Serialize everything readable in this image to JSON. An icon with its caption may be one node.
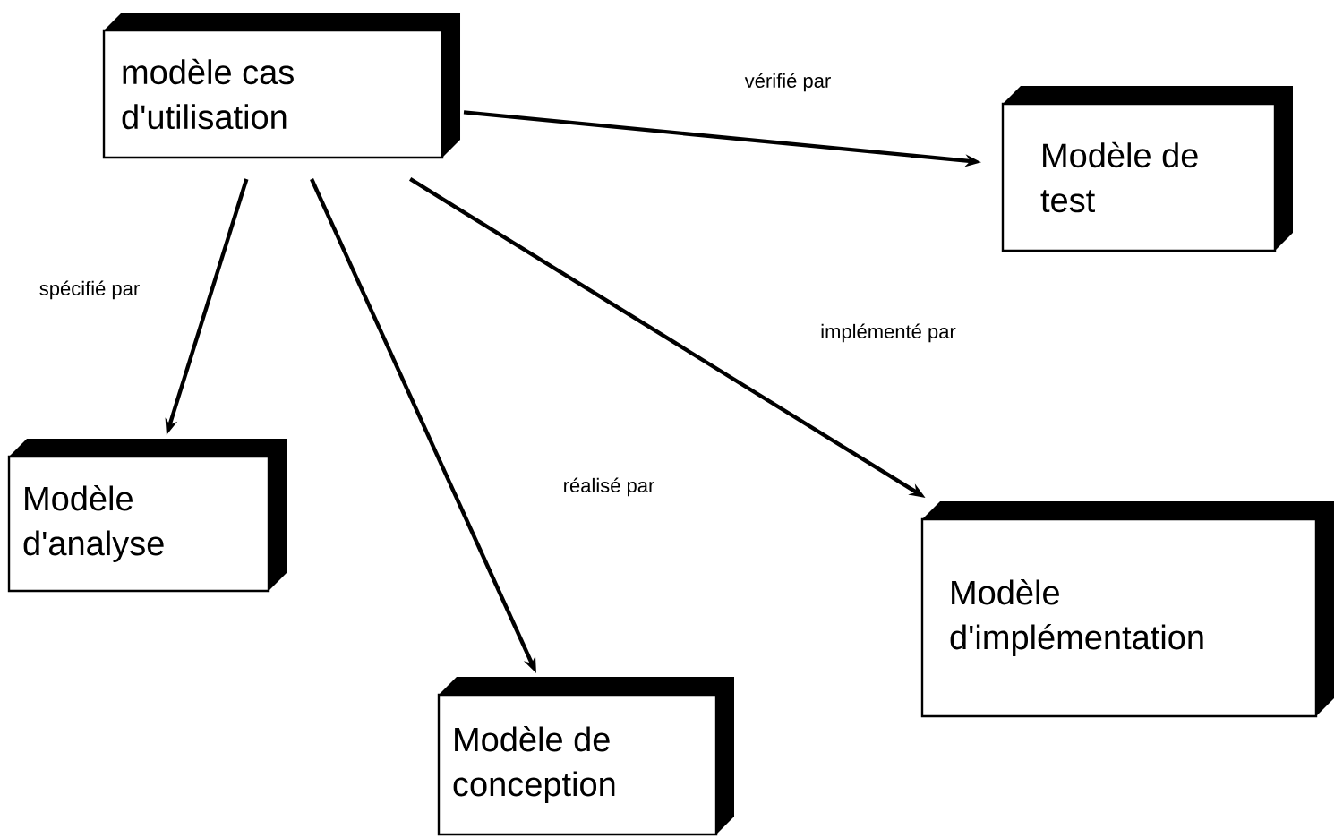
{
  "diagram": {
    "nodes": [
      {
        "text": [
          "modèle cas d'utilisation"
        ]
      },
      {
        "text": [
          "Modèle de test"
        ]
      },
      {
        "text": [
          "Modèle d'analyse"
        ]
      },
      {
        "text": [
          "Modèle de conception"
        ]
      },
      {
        "text": [
          "Modèle d'implémentation"
        ]
      }
    ],
    "edges": [
      {
        "from": 0,
        "to": 1,
        "arrow": "to",
        "label": "vérifié par"
      },
      {
        "from": 0,
        "to": 2,
        "arrow": "to",
        "label": "spécifié par"
      },
      {
        "from": 0,
        "to": 3,
        "arrow": "to",
        "label": "réalisé par"
      },
      {
        "from": 0,
        "to": 4,
        "arrow": "to",
        "label": "implémenté par"
      }
    ]
  }
}
